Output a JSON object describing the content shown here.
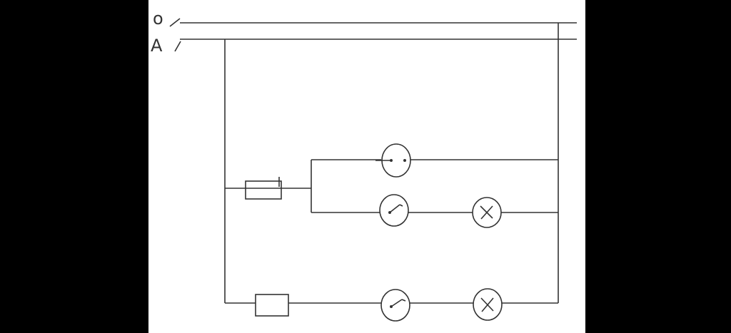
{
  "diagram": {
    "labels": {
      "line_o": "o",
      "line_a": "A"
    },
    "components": {
      "fuse": "fuse",
      "socket": "socket",
      "switch": "switch",
      "lamp": "lamp"
    }
  }
}
